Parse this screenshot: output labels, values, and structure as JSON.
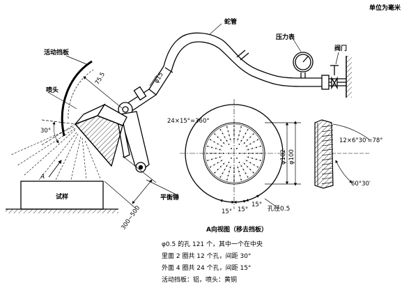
{
  "units_note": "单位为毫米",
  "labels": {
    "snake_tube": "蛇管",
    "pressure_gauge": "压力表",
    "valve": "阀门",
    "movable_baffle": "活动挡板",
    "nozzle": "喷头",
    "specimen": "试样",
    "counterweight": "平衡锤",
    "hole_dia": "孔径0.5",
    "view_caption": "A向视图（移去挡板）",
    "view_letter": "A"
  },
  "dimensions": {
    "arm_length": "75.5",
    "tube_dia": "φ15",
    "angle_30": "30°",
    "distance": "300~500",
    "pattern": "24×15°=360°",
    "dia_100": "φ100",
    "dia_102": "φ102",
    "arc_pattern": "12×6°30′=78°",
    "arc_angle": "60°30′",
    "spacing_a": "15°",
    "spacing_b": "15°",
    "spacing_c": "15°"
  },
  "notes": [
    "φ0.5 的孔 121 个，其中一个在中央",
    "里面 2 圈共 12 个孔，间距 30°",
    "外面 4 圈共 24 个孔，间距 15°",
    "活动挡板：铝，喷头：黄铜"
  ]
}
